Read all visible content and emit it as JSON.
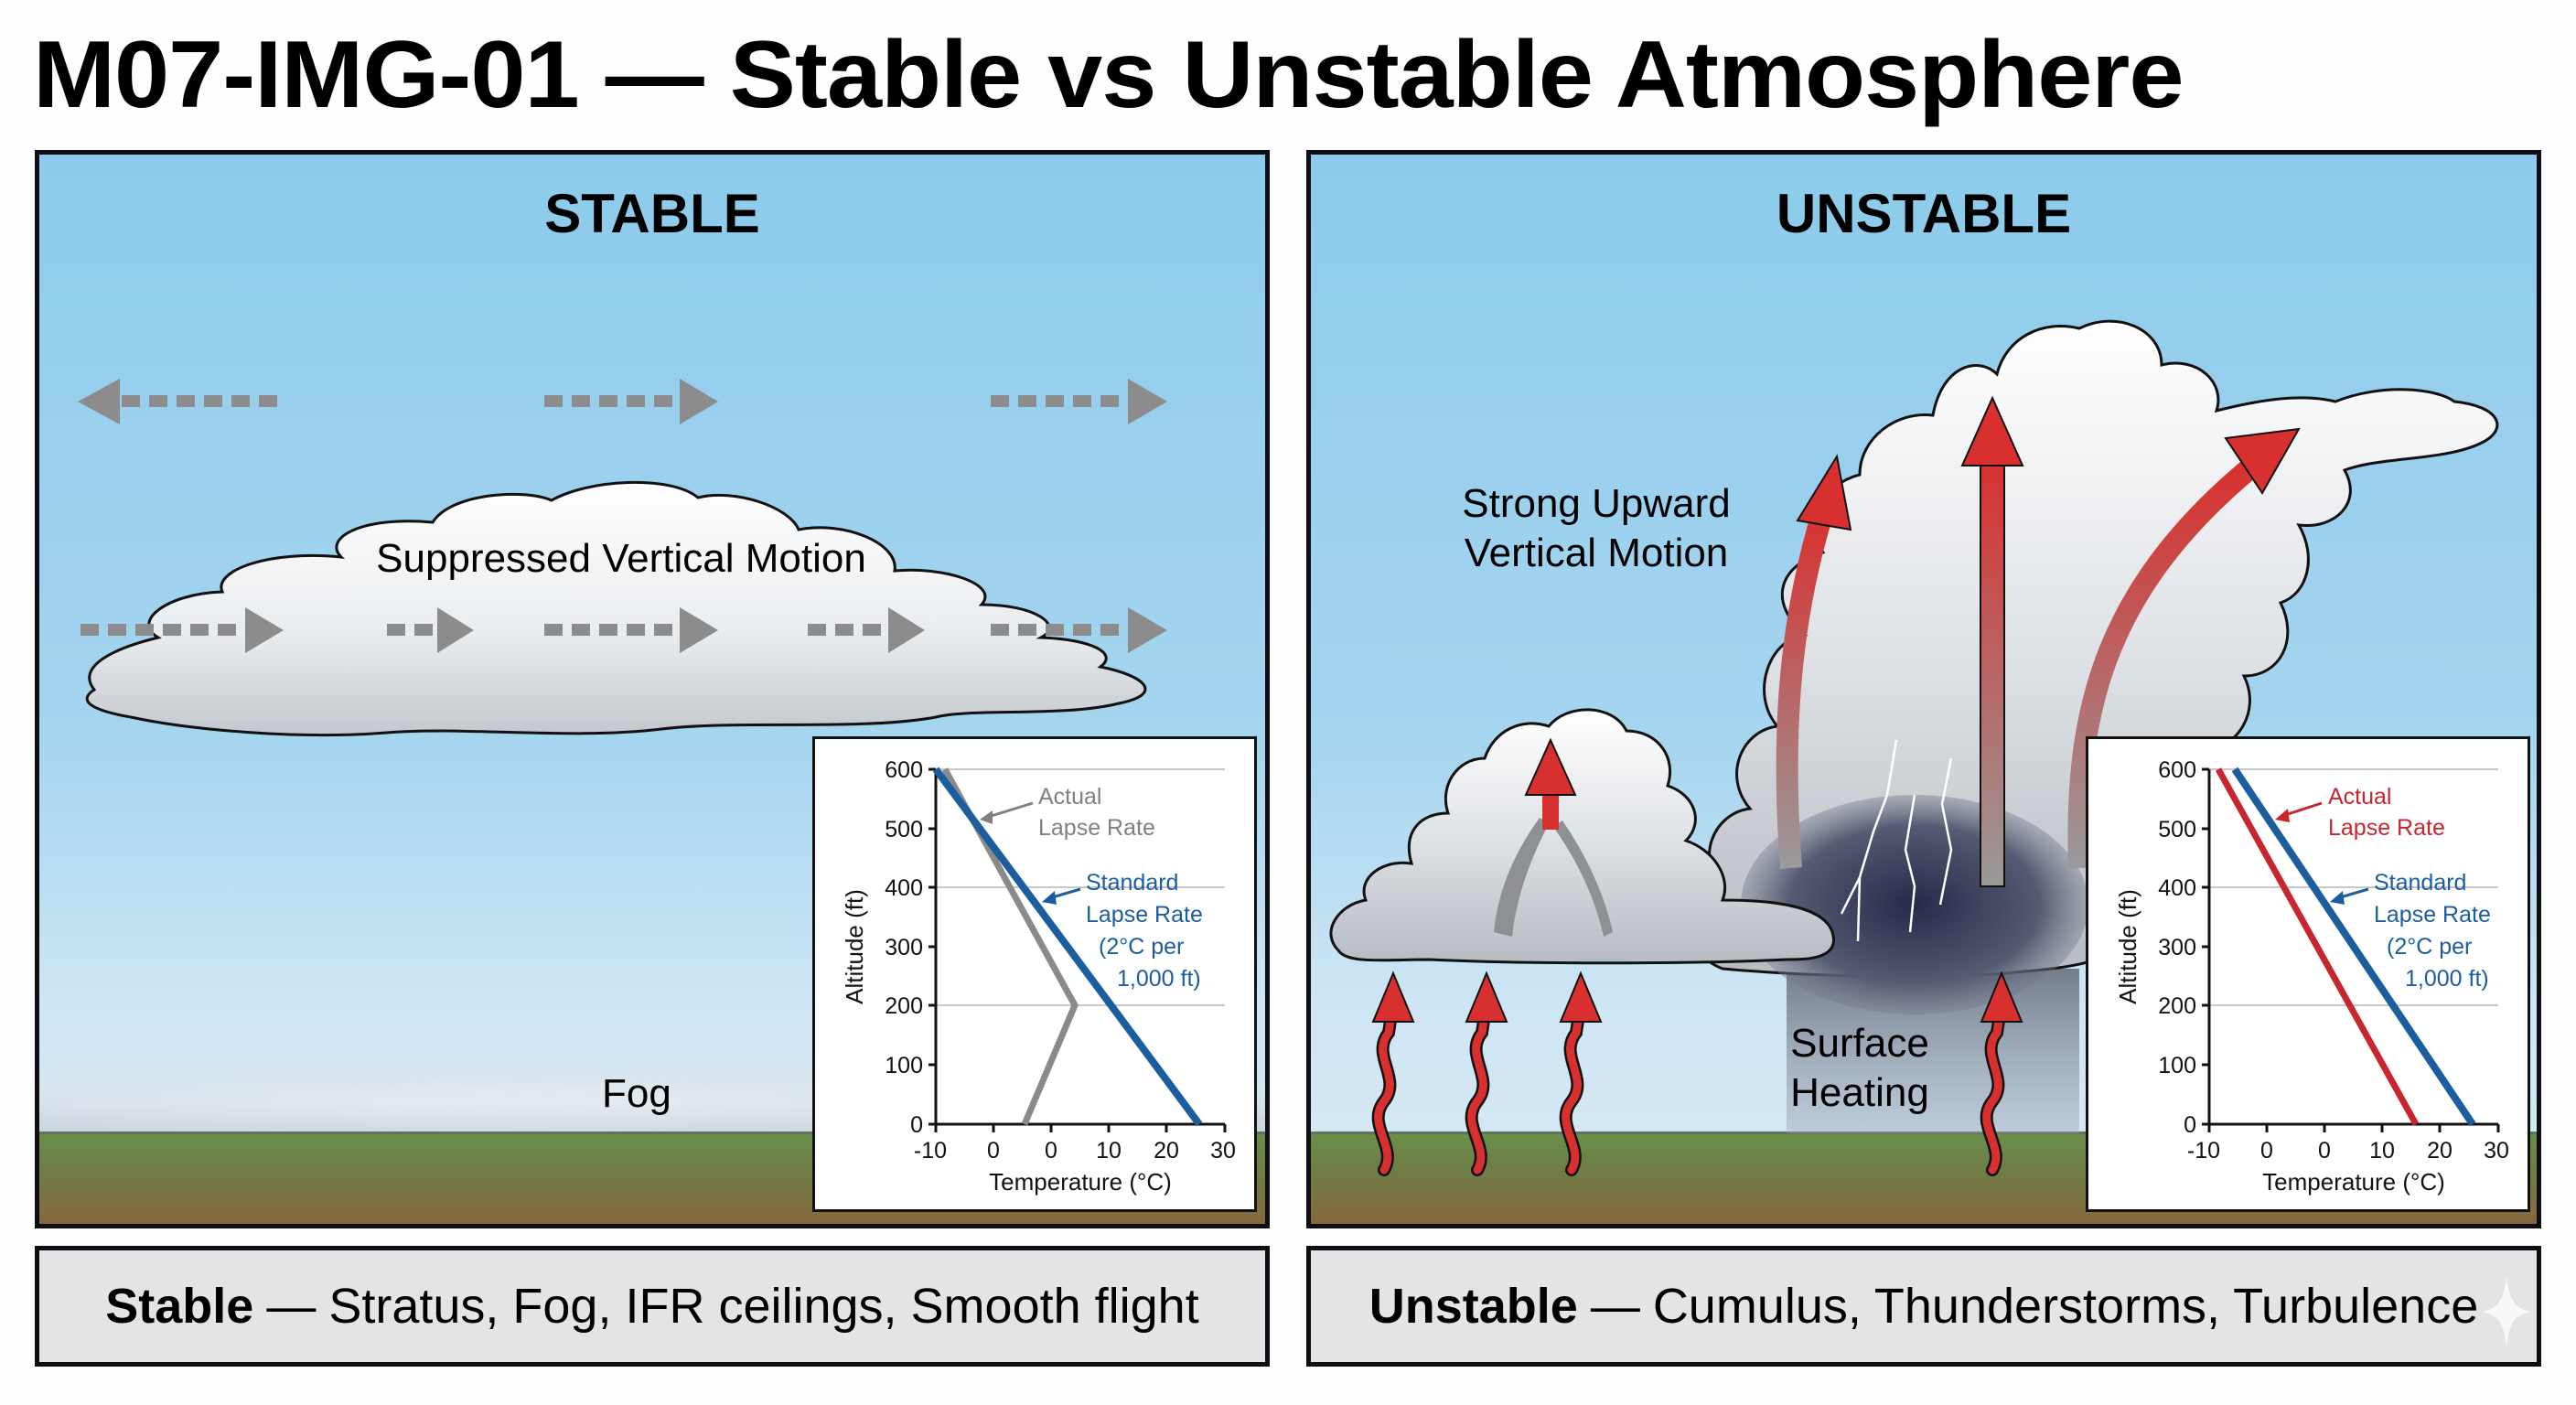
{
  "title": "M07-IMG-01 — Stable vs Unstable Atmosphere",
  "colors": {
    "sky_top": "#8ccbec",
    "ground": "#6a8f48",
    "soil": "#86683e",
    "standard_line": "#1a5e9e",
    "actual_stable_line": "#8a8a8a",
    "actual_unstable_line": "#c8262e",
    "caption_bg": "#e3e4e5",
    "arrow_gray": "#8c8c8c",
    "arrow_red": "#d8302f"
  },
  "stable_panel": {
    "heading": "STABLE",
    "cloud_label": "Suppressed Vertical Motion",
    "fog_label": "Fog",
    "caption": {
      "bold": "Stable",
      "separator": "—",
      "text": "Stratus, Fog, IFR ceilings, Smooth flight"
    }
  },
  "unstable_panel": {
    "heading": "UNSTABLE",
    "motion_label_line1": "Strong Upward",
    "motion_label_line2": "Vertical Motion",
    "heating_label_line1": "Surface",
    "heating_label_line2": "Heating",
    "caption": {
      "bold": "Unstable",
      "separator": "—",
      "text": "Cumulus, Thunderstorms, Turbulence"
    }
  },
  "chart_data": [
    {
      "type": "line",
      "panel": "stable",
      "xlabel": "Temperature (°C)",
      "ylabel": "Altitude (ft)",
      "x_tick_labels": [
        "-10",
        "0",
        "0",
        "10",
        "20",
        "30"
      ],
      "y_tick_labels": [
        "0",
        "100",
        "200",
        "300",
        "400",
        "500",
        "600"
      ],
      "xlim": [
        -10,
        30
      ],
      "ylim": [
        0,
        600
      ],
      "grid": "horizontal at 200, 400, 600",
      "series": [
        {
          "name": "Actual Lapse Rate",
          "color": "#8a8a8a",
          "points": [
            [
              4.5,
              0
            ],
            [
              13.5,
              200
            ],
            [
              -8.5,
              600
            ]
          ]
        },
        {
          "name": "Standard Lapse Rate (2°C per 1,000 ft)",
          "color": "#1a5e9e",
          "points": [
            [
              25,
              0
            ],
            [
              -10,
              600
            ]
          ]
        }
      ],
      "annotations": {
        "actual_line1": "Actual",
        "actual_line2": "Lapse Rate",
        "standard_line1": "Standard",
        "standard_line2": "Lapse Rate",
        "standard_line3": "(2°C per",
        "standard_line4": "1,000 ft)"
      }
    },
    {
      "type": "line",
      "panel": "unstable",
      "xlabel": "Temperature (°C)",
      "ylabel": "Altitude (ft)",
      "x_tick_labels": [
        "-10",
        "0",
        "0",
        "10",
        "20",
        "30"
      ],
      "y_tick_labels": [
        "0",
        "100",
        "200",
        "300",
        "400",
        "500",
        "600"
      ],
      "xlim": [
        -10,
        30
      ],
      "ylim": [
        0,
        600
      ],
      "grid": "horizontal at 200, 400, 600",
      "series": [
        {
          "name": "Actual Lapse Rate",
          "color": "#c8262e",
          "points": [
            [
              16,
              0
            ],
            [
              -8,
              600
            ]
          ]
        },
        {
          "name": "Standard Lapse Rate (2°C per 1,000 ft)",
          "color": "#1a5e9e",
          "points": [
            [
              25,
              0
            ],
            [
              -5,
              600
            ]
          ]
        }
      ],
      "annotations": {
        "actual_line1": "Actual",
        "actual_line2": "Lapse Rate",
        "standard_line1": "Standard",
        "standard_line2": "Lapse Rate",
        "standard_line3": "(2°C per",
        "standard_line4": "1,000 ft)"
      }
    }
  ]
}
